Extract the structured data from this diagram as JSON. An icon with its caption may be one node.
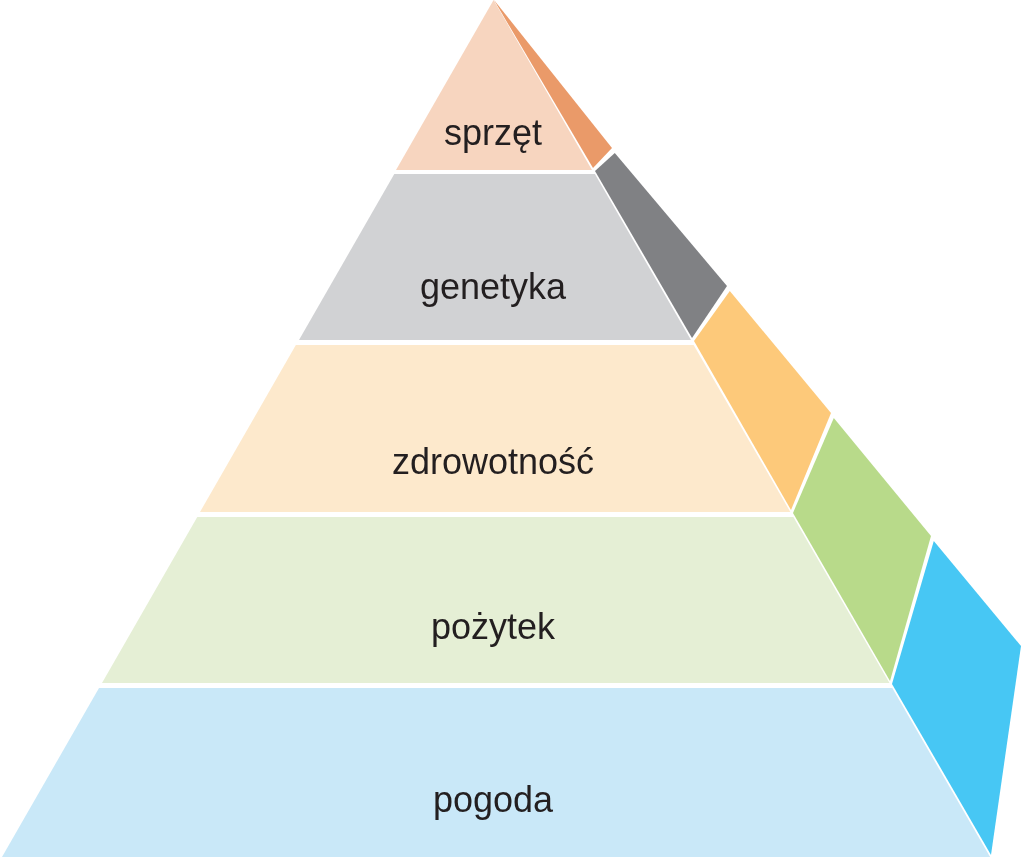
{
  "diagram": {
    "nodes": [
      {
        "text": [
          "sprzęt"
        ]
      },
      {
        "text": [
          "genetyka"
        ]
      },
      {
        "text": [
          "zdrowotność"
        ]
      },
      {
        "text": [
          "pożytek"
        ]
      },
      {
        "text": [
          "pogoda"
        ]
      }
    ]
  }
}
